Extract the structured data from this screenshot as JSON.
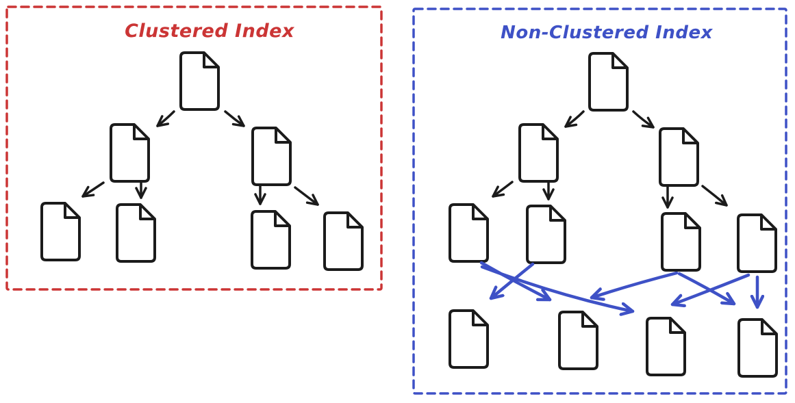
{
  "diagram": {
    "ink_color": "#1b1b1b",
    "paper_color": "#ffffff",
    "panels": [
      {
        "title": "Clustered Index",
        "accent_color": "#cb3535",
        "structure": "b-tree",
        "nodes": {
          "root": 1,
          "internal": 2,
          "leaf": 4
        },
        "tree_arrows": [
          "root→internal-left",
          "root→internal-right",
          "internal-left→leaf-1",
          "internal-left→leaf-2",
          "internal-right→leaf-3",
          "internal-right→leaf-4"
        ]
      },
      {
        "title": "Non-Clustered Index",
        "accent_color": "#3e51c6",
        "structure": "b-tree-with-data-page-lookup",
        "nodes": {
          "root": 1,
          "internal": 2,
          "leaf": 4,
          "data_page": 4
        },
        "tree_arrows": [
          "root→internal-left",
          "root→internal-right",
          "internal-left→leaf-1",
          "internal-left→leaf-2",
          "internal-right→leaf-3",
          "internal-right→leaf-4"
        ],
        "lookup_arrows": [
          "leaf-1→data-page-2",
          "leaf-1→data-page-3",
          "leaf-2→data-page-1",
          "leaf-3→data-page-2",
          "leaf-3→data-page-4",
          "leaf-4→data-page-3",
          "leaf-4→data-page-4"
        ]
      }
    ]
  }
}
